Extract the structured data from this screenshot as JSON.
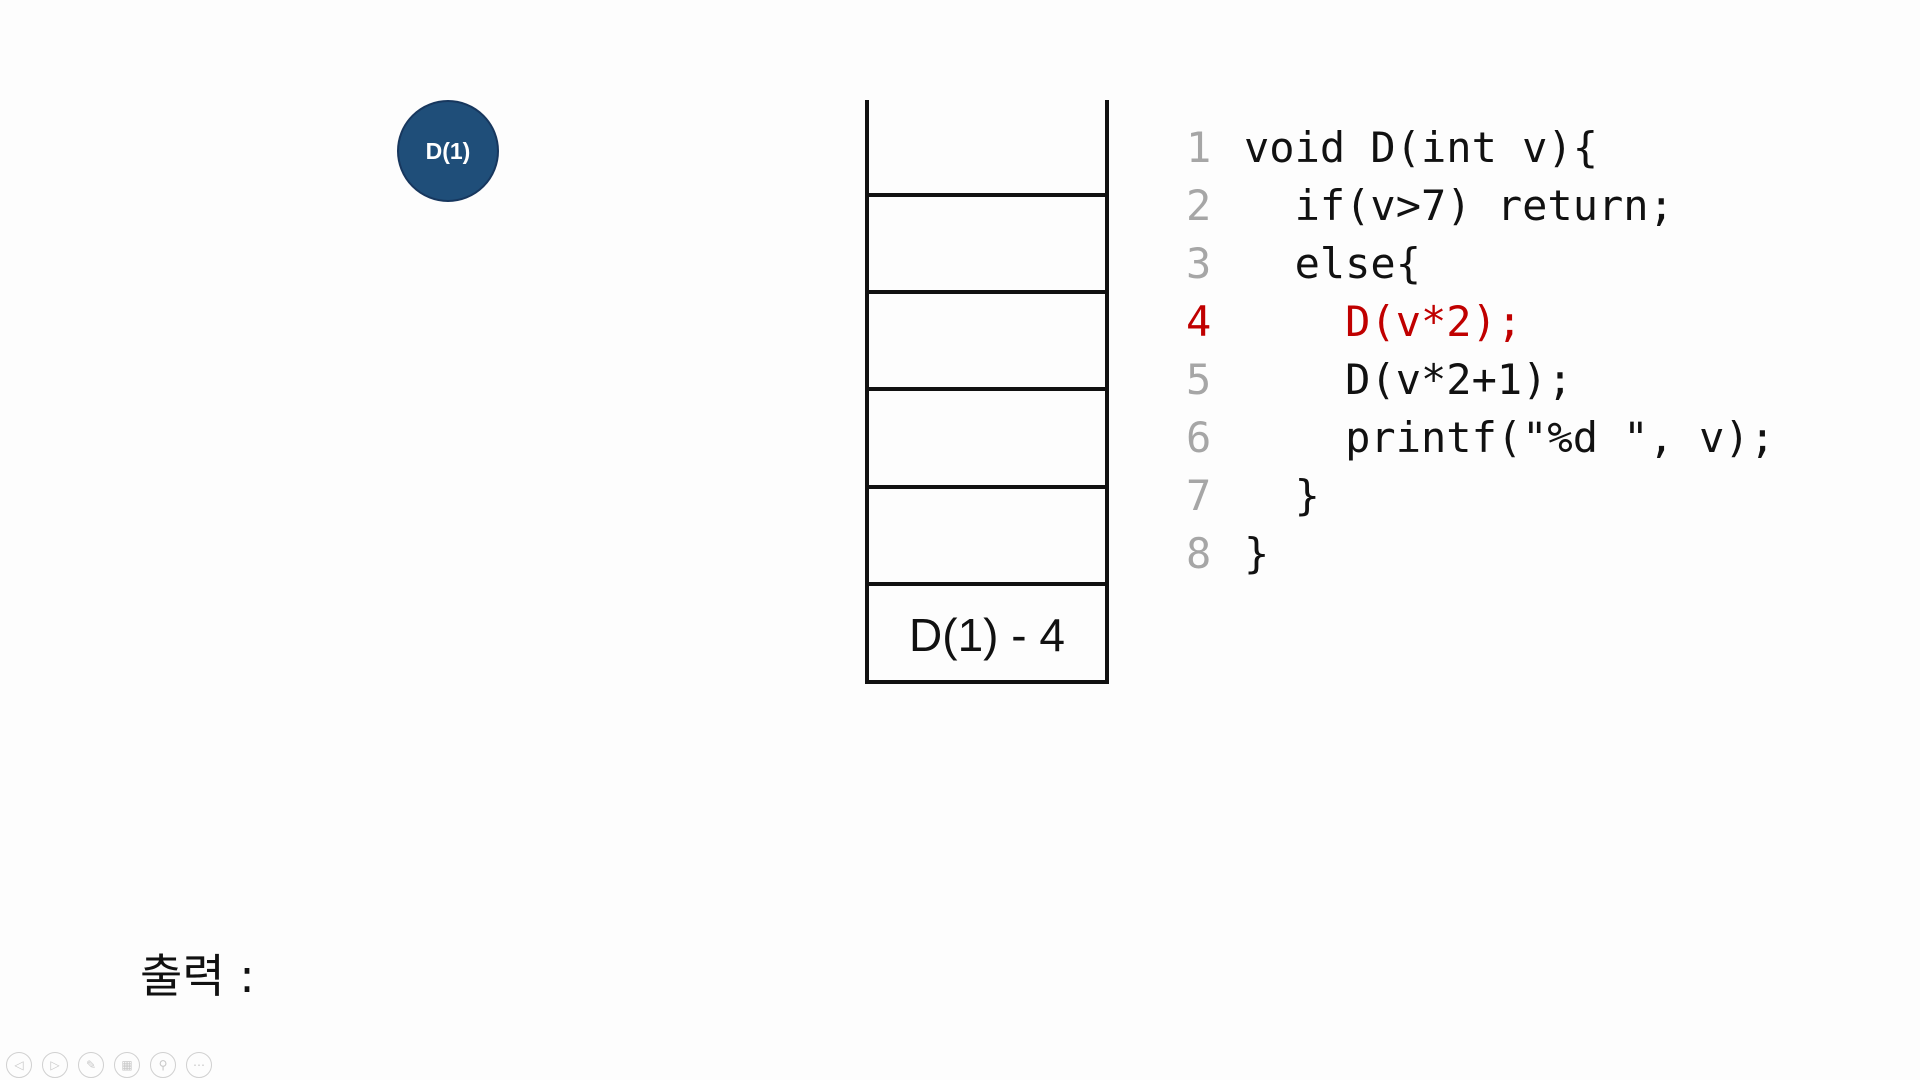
{
  "tree": {
    "node_label": "D(1)",
    "node_color": "#1f4e79"
  },
  "stack": {
    "frames": [
      "",
      "",
      "",
      "",
      "",
      "D(1) - 4"
    ]
  },
  "code": {
    "active_line": 4,
    "active_color": "#c00000",
    "lines": [
      {
        "num": "1",
        "text": "void D(int v){"
      },
      {
        "num": "2",
        "text": "  if(v>7) return;"
      },
      {
        "num": "3",
        "text": "  else{"
      },
      {
        "num": "4",
        "text": "    D(v*2);"
      },
      {
        "num": "5",
        "text": "    D(v*2+1);"
      },
      {
        "num": "6",
        "text": "    printf(\"%d \", v);"
      },
      {
        "num": "7",
        "text": "  }"
      },
      {
        "num": "8",
        "text": "}"
      }
    ]
  },
  "output": {
    "label": "출력 :"
  },
  "toolbar": {
    "buttons": [
      {
        "icon": "previous-icon",
        "glyph": "◁"
      },
      {
        "icon": "next-icon",
        "glyph": "▷"
      },
      {
        "icon": "pen-icon",
        "glyph": "✎"
      },
      {
        "icon": "slides-icon",
        "glyph": "▦"
      },
      {
        "icon": "zoom-icon",
        "glyph": "⚲"
      },
      {
        "icon": "more-icon",
        "glyph": "⋯"
      }
    ]
  }
}
